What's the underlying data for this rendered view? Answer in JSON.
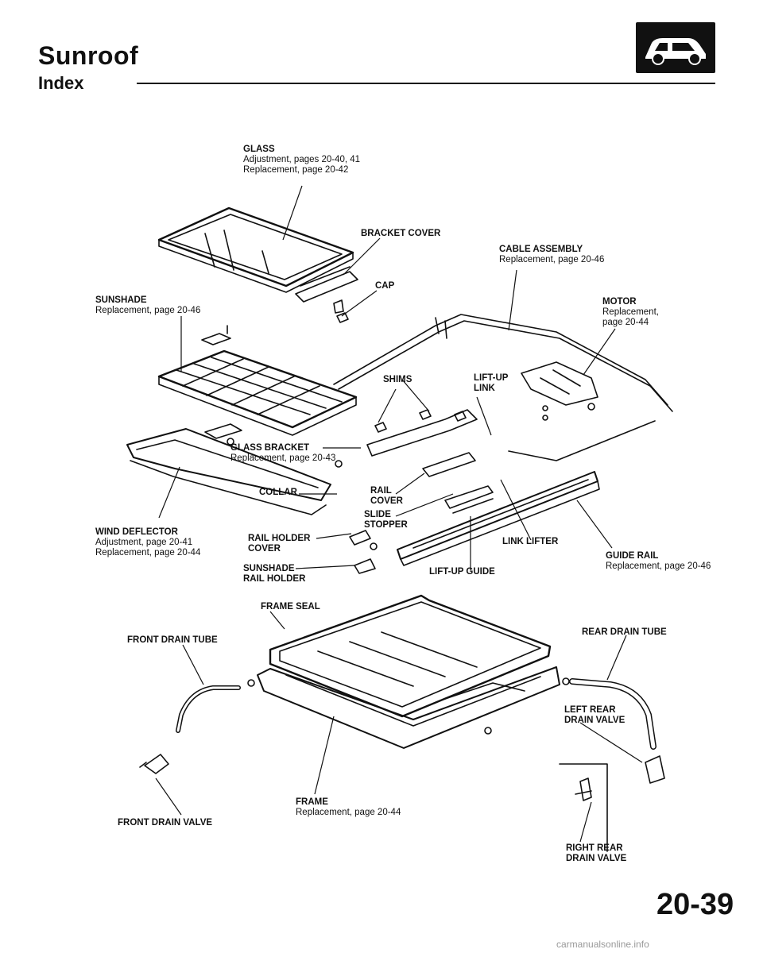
{
  "header": {
    "title": "Sunroof",
    "subtitle": "Index",
    "page_number": "20-39"
  },
  "watermark": "carmanualsonline.info",
  "labels": {
    "glass": {
      "name": "GLASS",
      "line1": "Adjustment, pages 20-40, 41",
      "line2": "Replacement, page 20-42"
    },
    "bracket_cover": {
      "name": "BRACKET COVER"
    },
    "cap": {
      "name": "CAP"
    },
    "cable_assembly": {
      "name": "CABLE ASSEMBLY",
      "line1": "Replacement, page 20-46"
    },
    "motor": {
      "name": "MOTOR",
      "line1": "Replacement,",
      "line2": "page 20-44"
    },
    "sunshade": {
      "name": "SUNSHADE",
      "line1": "Replacement, page 20-46"
    },
    "shims": {
      "name": "SHIMS"
    },
    "lift_up_link": {
      "name": "LIFT-UP",
      "line1": "LINK"
    },
    "glass_bracket": {
      "name": "GLASS BRACKET",
      "line1": "Replacement, page 20-43"
    },
    "collar": {
      "name": "COLLAR"
    },
    "rail_cover": {
      "name": "RAIL",
      "line1": "COVER"
    },
    "slide_stopper": {
      "name": "SLIDE",
      "line1": "STOPPER"
    },
    "wind_deflector": {
      "name": "WIND DEFLECTOR",
      "line1": "Adjustment, page 20-41",
      "line2": "Replacement, page 20-44"
    },
    "rail_holder_cover": {
      "name": "RAIL HOLDER",
      "line1": "COVER"
    },
    "link_lifter": {
      "name": "LINK LIFTER"
    },
    "guide_rail": {
      "name": "GUIDE RAIL",
      "line1": "Replacement, page 20-46"
    },
    "sunshade_rail_holder": {
      "name": "SUNSHADE",
      "line1": "RAIL HOLDER"
    },
    "lift_up_guide": {
      "name": "LIFT-UP GUIDE"
    },
    "frame_seal": {
      "name": "FRAME SEAL"
    },
    "front_drain_tube": {
      "name": "FRONT DRAIN TUBE"
    },
    "rear_drain_tube": {
      "name": "REAR DRAIN TUBE"
    },
    "left_rear_drain_valve": {
      "name": "LEFT REAR",
      "line1": "DRAIN VALVE"
    },
    "frame": {
      "name": "FRAME",
      "line1": "Replacement, page 20-44"
    },
    "front_drain_valve": {
      "name": "FRONT DRAIN VALVE"
    },
    "right_rear_drain_valve": {
      "name": "RIGHT REAR",
      "line1": "DRAIN VALVE"
    }
  }
}
